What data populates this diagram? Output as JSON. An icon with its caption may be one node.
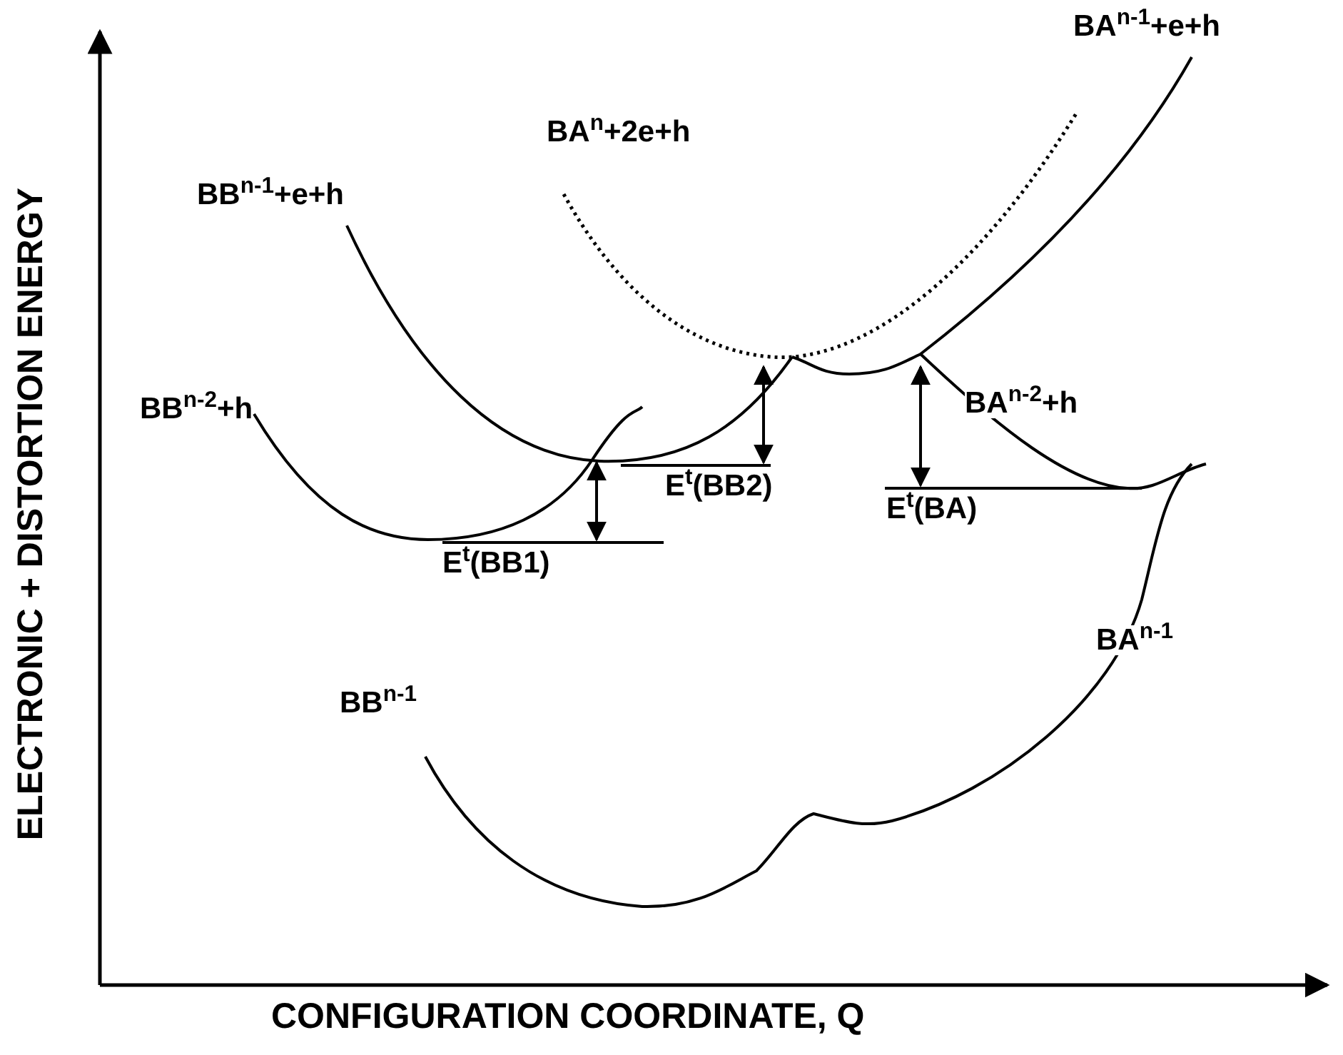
{
  "diagram": {
    "labels": [
      "ELECTRONIC + DISTORTION ENERGY",
      "BA$^{n-1}$+e+h",
      "BB$^{n-1}$+e+h",
      "BA$^{n}$+2e+h",
      "BB$^{n-2}$+h",
      "BA$^{n-2}$+h",
      "E$^{t}$(BB2)",
      "E$^{t}$(BA)",
      "E$^{t}$(BB1)",
      "BA$^{n-1}$",
      "BB$^{n-1}$",
      "CONFIGURATION COORDINATE, Q"
    ]
  }
}
